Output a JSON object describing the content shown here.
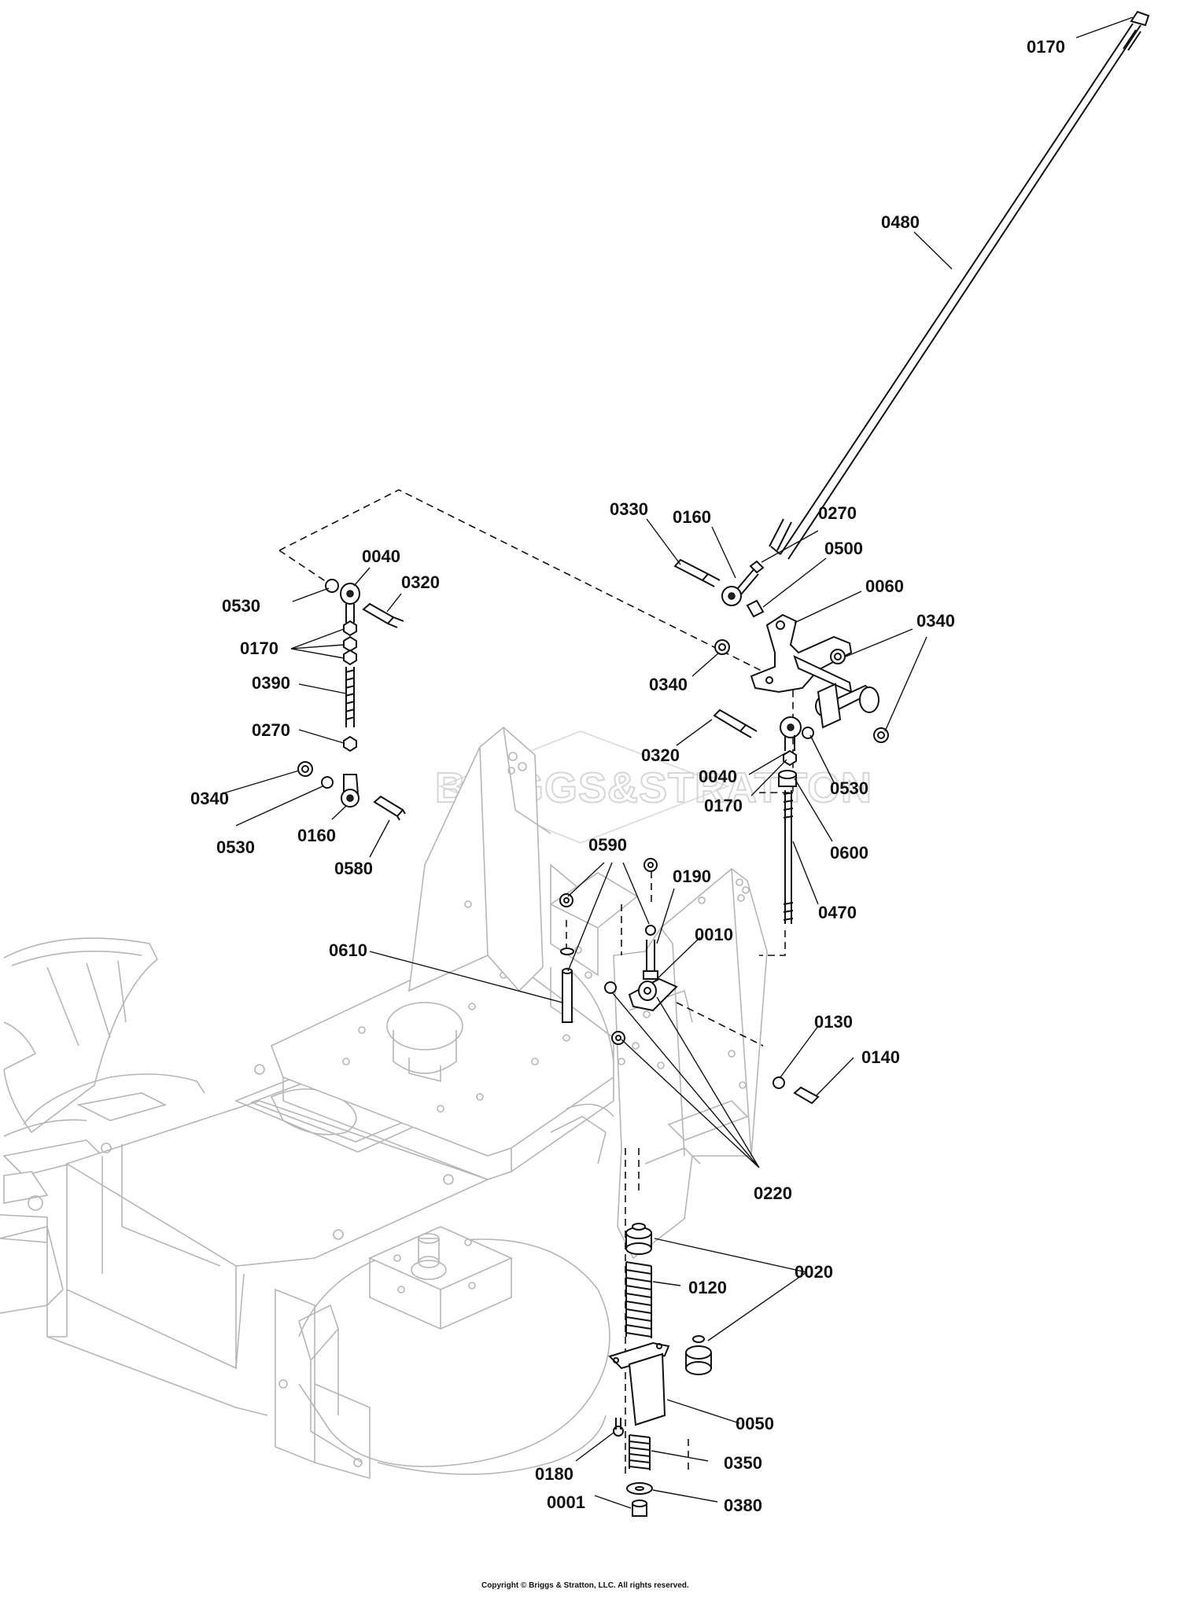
{
  "watermark": "BRIGGS&STRATTON",
  "copyright": "Copyright © Briggs & Stratton, LLC. All rights reserved.",
  "callouts": [
    {
      "id": "c0170-top",
      "text": "0170"
    },
    {
      "id": "c0480",
      "text": "0480"
    },
    {
      "id": "c0330",
      "text": "0330"
    },
    {
      "id": "c0160-r",
      "text": "0160"
    },
    {
      "id": "c0270-r",
      "text": "0270"
    },
    {
      "id": "c0500",
      "text": "0500"
    },
    {
      "id": "c0060",
      "text": "0060"
    },
    {
      "id": "c0340-r",
      "text": "0340"
    },
    {
      "id": "c0340-m",
      "text": "0340"
    },
    {
      "id": "c0320-r",
      "text": "0320"
    },
    {
      "id": "c0040-r",
      "text": "0040"
    },
    {
      "id": "c0530-r",
      "text": "0530"
    },
    {
      "id": "c0170-r",
      "text": "0170"
    },
    {
      "id": "c0600",
      "text": "0600"
    },
    {
      "id": "c0470",
      "text": "0470"
    },
    {
      "id": "c0040-l",
      "text": "0040"
    },
    {
      "id": "c0530-l1",
      "text": "0530"
    },
    {
      "id": "c0320-l",
      "text": "0320"
    },
    {
      "id": "c0170-l",
      "text": "0170"
    },
    {
      "id": "c0390",
      "text": "0390"
    },
    {
      "id": "c0270-l",
      "text": "0270"
    },
    {
      "id": "c0340-l",
      "text": "0340"
    },
    {
      "id": "c0530-l2",
      "text": "0530"
    },
    {
      "id": "c0160-l",
      "text": "0160"
    },
    {
      "id": "c0580",
      "text": "0580"
    },
    {
      "id": "c0590",
      "text": "0590"
    },
    {
      "id": "c0190",
      "text": "0190"
    },
    {
      "id": "c0010",
      "text": "0010"
    },
    {
      "id": "c0610",
      "text": "0610"
    },
    {
      "id": "c0130",
      "text": "0130"
    },
    {
      "id": "c0140",
      "text": "0140"
    },
    {
      "id": "c0220",
      "text": "0220"
    },
    {
      "id": "c0020",
      "text": "0020"
    },
    {
      "id": "c0120",
      "text": "0120"
    },
    {
      "id": "c0050",
      "text": "0050"
    },
    {
      "id": "c0180",
      "text": "0180"
    },
    {
      "id": "c0350",
      "text": "0350"
    },
    {
      "id": "c0001",
      "text": "0001"
    },
    {
      "id": "c0380",
      "text": "0380"
    }
  ]
}
